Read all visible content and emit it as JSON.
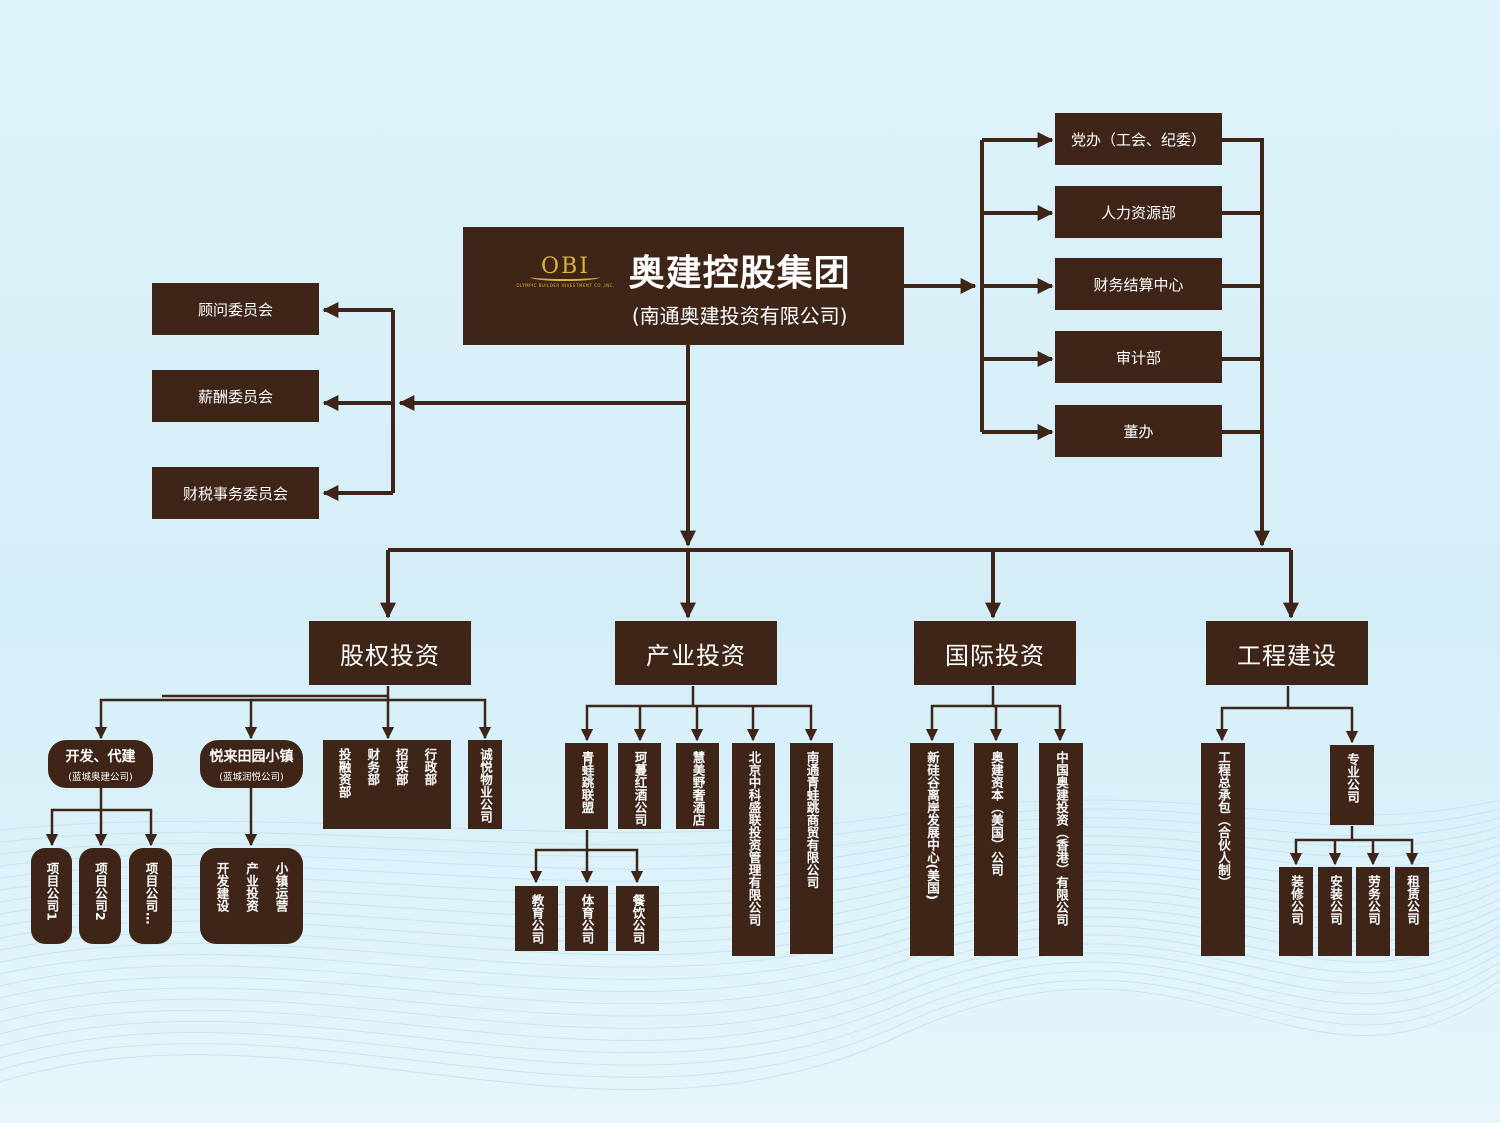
{
  "colors": {
    "box": "#3e2518",
    "line": "#3e2518",
    "background": "#d9f1fa",
    "logo": "#e0b23a"
  },
  "headquarters": {
    "logo_text": "OBI",
    "logo_subtext": "OLYMPIC BUILDER INVESTMENT CO.,INC.",
    "name": "奥建控股集团",
    "legal_name": "(南通奥建投资有限公司)"
  },
  "committees": [
    "顾问委员会",
    "薪酬委员会",
    "财税事务委员会"
  ],
  "departments": [
    "党办（工会、纪委）",
    "人力资源部",
    "财务结算中心",
    "审计部",
    "董办"
  ],
  "categories": [
    "股权投资",
    "产业投资",
    "国际投资",
    "工程建设"
  ],
  "equity": {
    "dev": {
      "title": "开发、代建",
      "sub": "(蓝城奥建公司)"
    },
    "town": {
      "title": "悦来田园小镇",
      "sub": "(蓝城润悦公司)"
    },
    "dept_cols": [
      "投融资部",
      "财务部",
      "招采部",
      "行政部"
    ],
    "property": "诚悦物业公司",
    "projects": [
      "项目公司1",
      "项目公司2",
      "项目公司…"
    ],
    "town_cols": [
      "开发建设",
      "产业投资",
      "小镇运营"
    ]
  },
  "industry": {
    "items": [
      "青蛙跳联盟",
      "珂蔓红酒公司",
      "慧美野奢酒店",
      "北京中科盛联投资管理有限公司",
      "南通青蛙跳商贸有限公司"
    ],
    "subs": [
      "教育公司",
      "体育公司",
      "餐饮公司"
    ]
  },
  "international": {
    "items": [
      "新硅谷离岸发展中心(美国)",
      "奥建资本（美国）公司",
      "中国奥建投资（香港）有限公司"
    ]
  },
  "engineering": {
    "general": "工程总承包（合伙人制）",
    "special": "专业公司",
    "subs": [
      "装修公司",
      "安装公司",
      "劳务公司",
      "租赁公司"
    ]
  }
}
